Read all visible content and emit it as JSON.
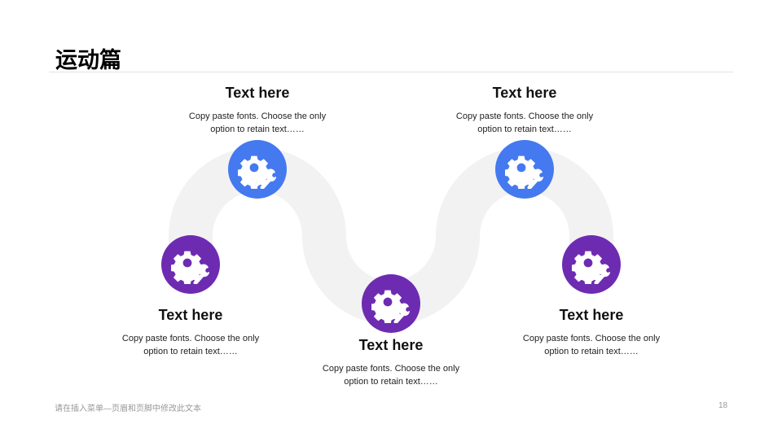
{
  "title": "运动篇",
  "colors": {
    "blue": "#4479f0",
    "purple": "#6d2bb2",
    "track": "#f2f2f2"
  },
  "steps": [
    {
      "heading": "Text here",
      "body": "Copy paste fonts. Choose the only option to retain text……",
      "icon": "gear-wrench-icon"
    },
    {
      "heading": "Text here",
      "body": "Copy paste fonts. Choose the only option to retain text……",
      "icon": "gear-wrench-icon"
    },
    {
      "heading": "Text here",
      "body": "Copy paste fonts. Choose the only option to retain text……",
      "icon": "gear-wrench-icon"
    },
    {
      "heading": "Text here",
      "body": "Copy paste fonts. Choose the only option to retain text……",
      "icon": "gear-wrench-icon"
    },
    {
      "heading": "Text here",
      "body": "Copy paste fonts. Choose the only option to retain text……",
      "icon": "gear-wrench-icon"
    }
  ],
  "footer": "请在插入菜单—页眉和页脚中修改此文本",
  "page_number": "18"
}
